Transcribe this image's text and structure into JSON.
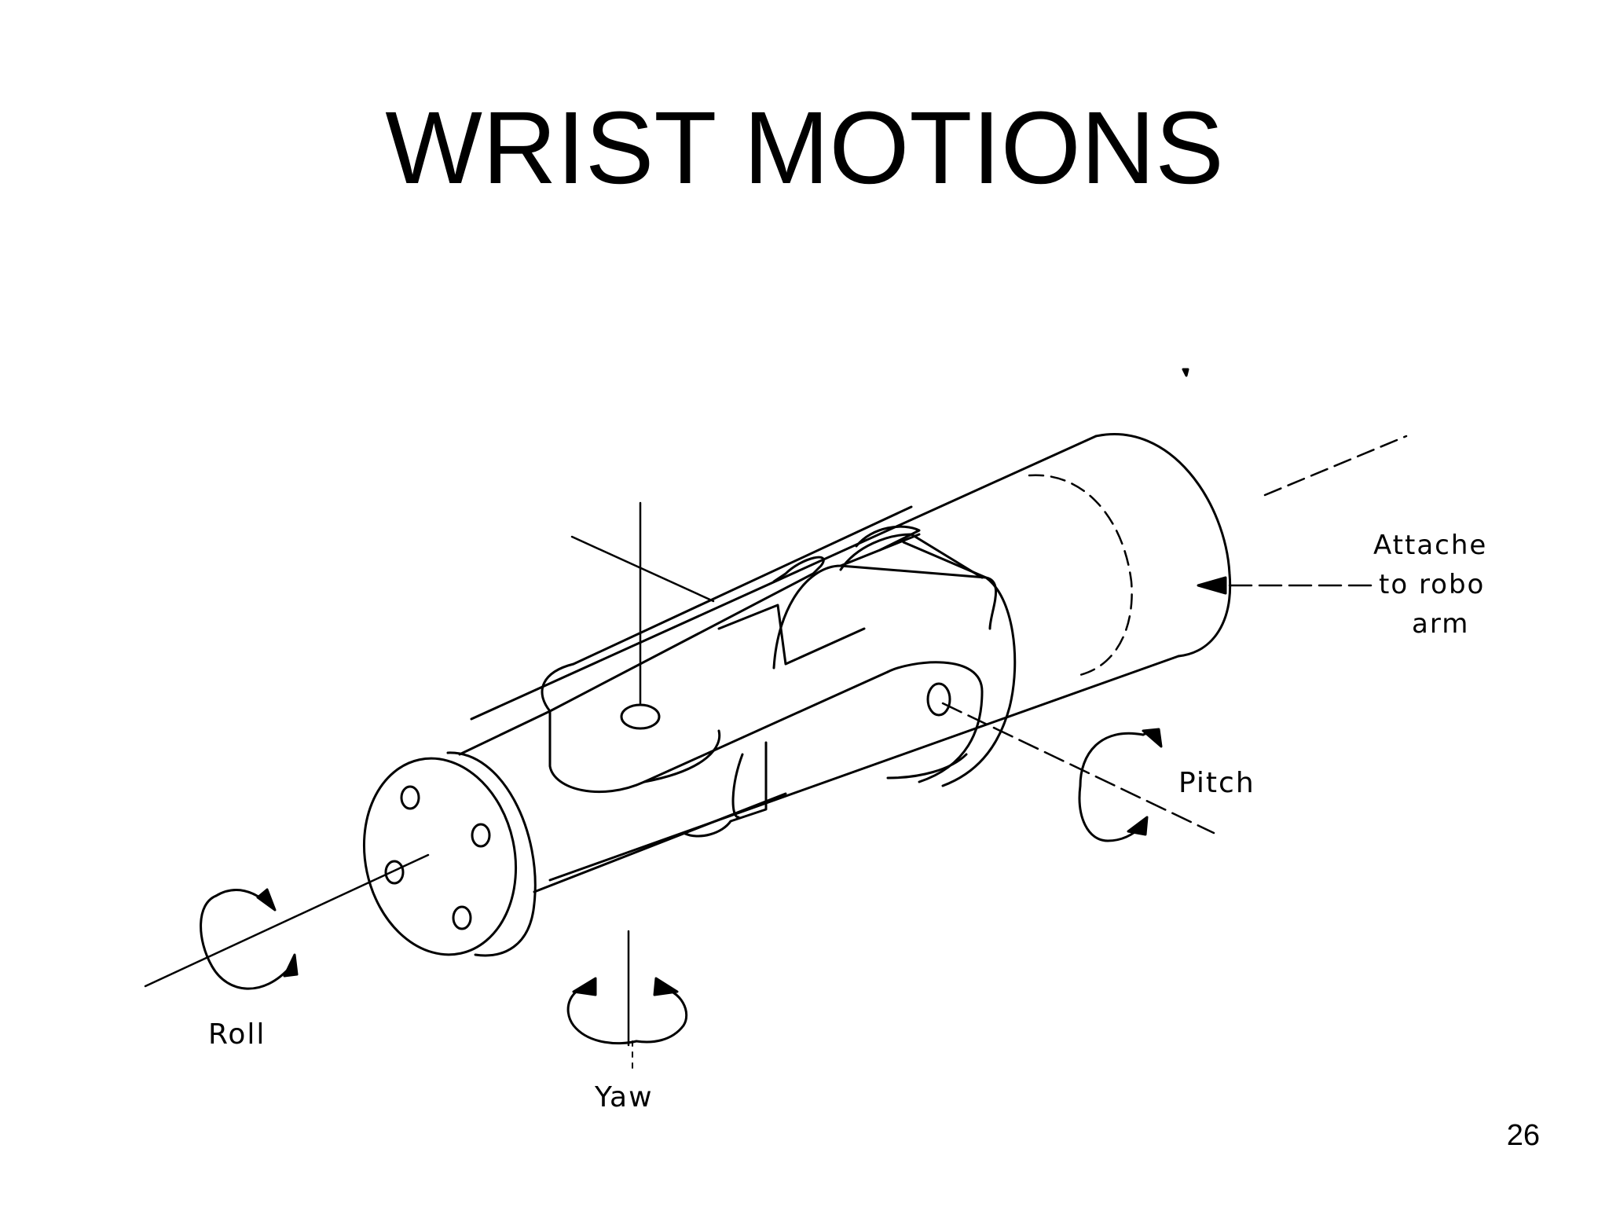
{
  "slide": {
    "title": "WRIST MOTIONS",
    "page_number": "26"
  },
  "diagram": {
    "labels": {
      "attach_line1": "Attache",
      "attach_line2": "to robo",
      "attach_line3": "arm",
      "pitch": "Pitch",
      "roll": "Roll",
      "yaw": "Yaw"
    },
    "colors": {
      "ink": "#000000",
      "background": "#ffffff"
    }
  }
}
